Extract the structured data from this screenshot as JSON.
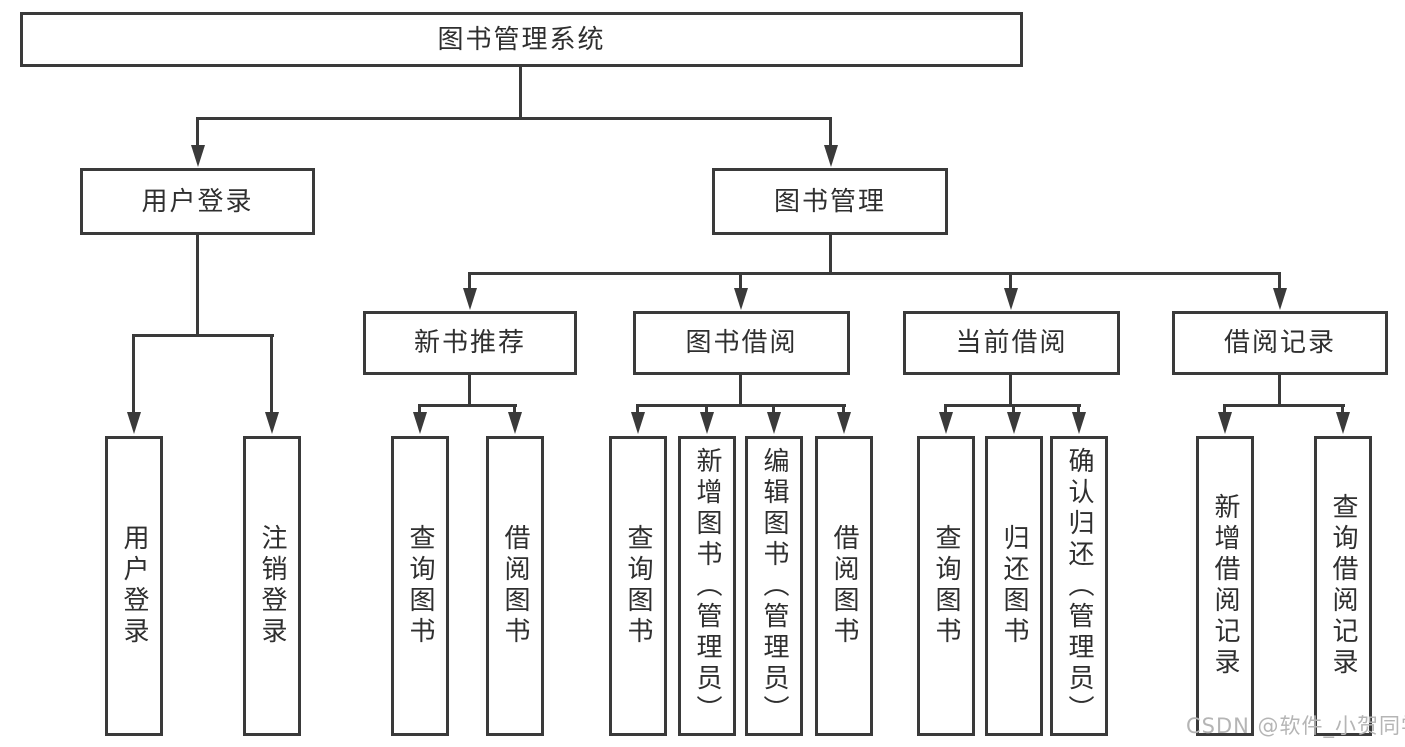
{
  "diagram": {
    "root": {
      "label": "图书管理系统"
    },
    "level2": [
      {
        "label": "用户登录"
      },
      {
        "label": "图书管理"
      }
    ],
    "level3": [
      {
        "label": "新书推荐"
      },
      {
        "label": "图书借阅"
      },
      {
        "label": "当前借阅"
      },
      {
        "label": "借阅记录"
      }
    ],
    "leaves": {
      "user": [
        "用户登录",
        "注销登录"
      ],
      "newbook": [
        "查询图书",
        "借阅图书"
      ],
      "borrow": [
        "查询图书",
        "新增图书（管理员）",
        "编辑图书（管理员）",
        "借阅图书"
      ],
      "current": [
        "查询图书",
        "归还图书",
        "确认归还（管理员）"
      ],
      "records": [
        "新增借阅记录",
        "查询借阅记录"
      ]
    }
  },
  "watermark": {
    "text": "CSDN @软件_小贺同学"
  },
  "colors": {
    "line": "#3a3a3a",
    "text": "#2f2f2f",
    "watermark": "#b5b5b5",
    "bg": "#ffffff"
  }
}
